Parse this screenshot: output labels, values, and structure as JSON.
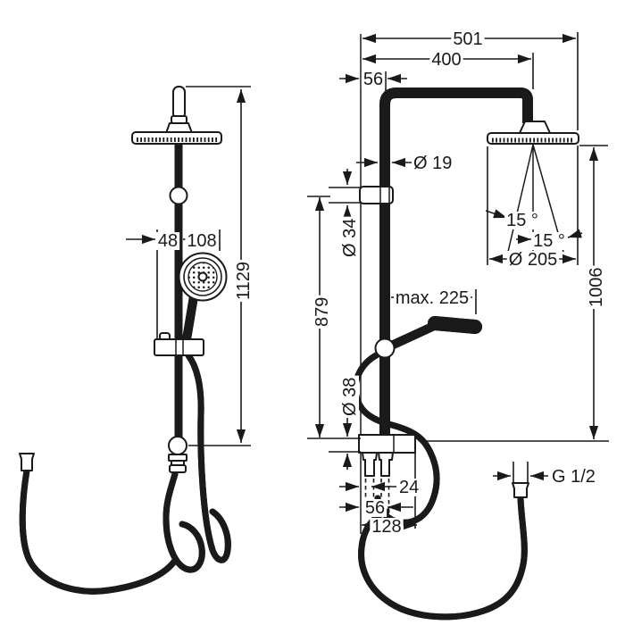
{
  "drawing": {
    "background": "#ffffff",
    "ink": "#1a1a1a",
    "front_view": {
      "dim_48": "48",
      "dim_108": "108",
      "dim_height_1129": "1129"
    },
    "side_view": {
      "dim_501": "501",
      "dim_400": "400",
      "dim_56": "56",
      "dim_pipe_dia": "Ø 19",
      "dim_bracket_dia": "Ø 34",
      "dim_angle_a": "15 °",
      "dim_angle_b": "15 °",
      "dim_head_dia": "Ø 205",
      "dim_879": "879",
      "dim_max_reach": "max. 225",
      "dim_1006": "1006",
      "dim_base_dia": "Ø 38",
      "dim_24": "24",
      "dim_56_inlet": "56",
      "dim_128": "128",
      "dim_thread": "G 1/2"
    }
  }
}
